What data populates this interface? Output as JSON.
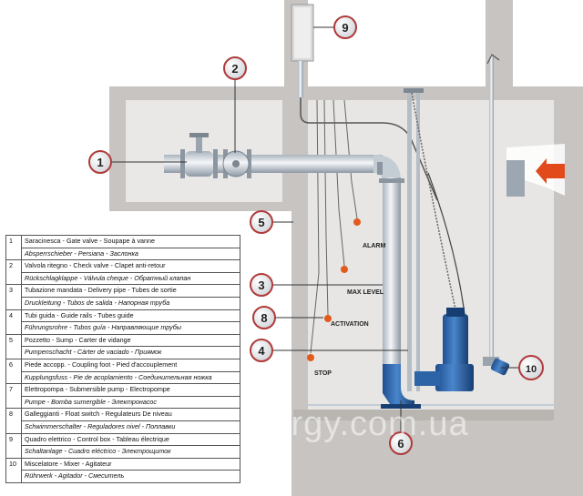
{
  "callouts": {
    "c1": "1",
    "c2": "2",
    "c3": "3",
    "c4": "4",
    "c5": "5",
    "c6": "6",
    "c8": "8",
    "c9": "9",
    "c10": "10"
  },
  "float_labels": {
    "alarm": "ALARM",
    "max_level": "MAX LEVEL",
    "activation": "ACTIVATION",
    "stop": "STOP"
  },
  "watermark": "termi-energy.com.ua",
  "legend": [
    {
      "num": "1",
      "line1": "Saracinesca - Gate valve - Soupape à vanne",
      "line2": "Absperrschieber - Persiana - Заслонка"
    },
    {
      "num": "2",
      "line1": "Valvola ritegno - Check valve - Clapet anti-retour",
      "line2": "Rückschlagklappe - Válvula cheque - Обратный клапан"
    },
    {
      "num": "3",
      "line1": "Tubazione mandata - Delivery pipe - Tubes de sortie",
      "line2": "Druckleitung - Tubos de salida - Напорная труба"
    },
    {
      "num": "4",
      "line1": "Tubi guida - Guide rails - Tubes guide",
      "line2": "Führungsrohre - Tubos guía - Направляющие трубы"
    },
    {
      "num": "5",
      "line1": "Pozzetto - Sump - Carter de vidange",
      "line2": "Pumpenschacht - Cárter de vaciado - Приямок"
    },
    {
      "num": "6",
      "line1": "Piede accopp. - Coupling foot - Pied d'accouplement",
      "line2": "Kupplungsfuss - Pie de acoplamiento - Соединительная ножка"
    },
    {
      "num": "7",
      "line1": "Elettropompa - Submersible pump - Electropompe",
      "line2": "Pumpe - Bomba sumergible - Электронасос"
    },
    {
      "num": "8",
      "line1": "Galleggianti - Float switch - Regulateurs De niveau",
      "line2": "Schwimmerschalter - Reguladores nivel - Поплавки"
    },
    {
      "num": "9",
      "line1": "Quadro elettrico - Control box - Tableau électrique",
      "line2": "Schaltanlage - Cuadro eléctrico - Электрощиток"
    },
    {
      "num": "10",
      "line1": "Miscelatore - Mixer - Agitateur",
      "line2": "Rührwerk - Agitador - Смеситель"
    }
  ]
}
